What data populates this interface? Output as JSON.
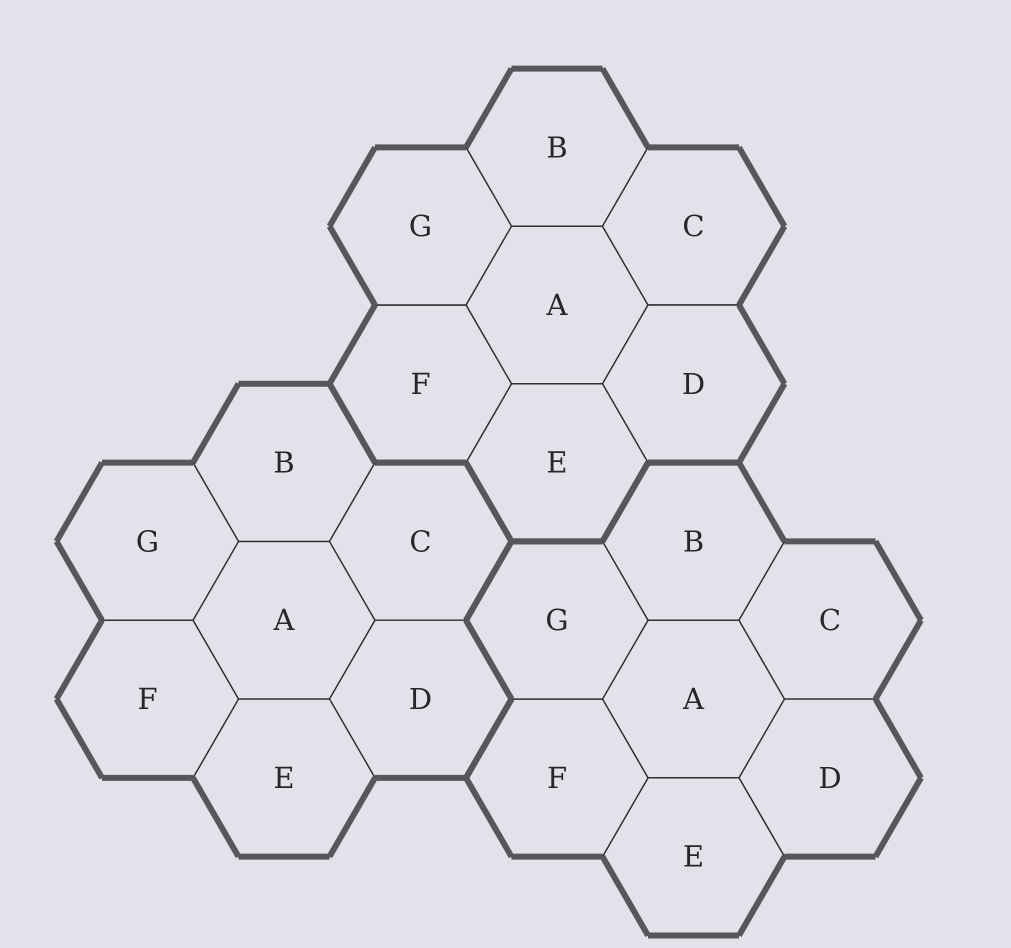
{
  "diagram": {
    "clusters": [
      {
        "name": "top",
        "cells": [
          {
            "label": "A",
            "hex": [
              0,
              0
            ]
          },
          {
            "label": "B",
            "hex": [
              0,
              -1
            ]
          },
          {
            "label": "C",
            "hex": [
              1,
              -1
            ]
          },
          {
            "label": "D",
            "hex": [
              1,
              0
            ]
          },
          {
            "label": "E",
            "hex": [
              0,
              1
            ]
          },
          {
            "label": "F",
            "hex": [
              -1,
              1
            ]
          },
          {
            "label": "G",
            "hex": [
              -1,
              0
            ]
          }
        ]
      },
      {
        "name": "left",
        "cells": [
          {
            "label": "A",
            "hex": [
              -2,
              3
            ]
          },
          {
            "label": "B",
            "hex": [
              -2,
              2
            ]
          },
          {
            "label": "C",
            "hex": [
              -1,
              2
            ]
          },
          {
            "label": "D",
            "hex": [
              -1,
              3
            ]
          },
          {
            "label": "E",
            "hex": [
              -2,
              4
            ]
          },
          {
            "label": "F",
            "hex": [
              -3,
              4
            ]
          },
          {
            "label": "G",
            "hex": [
              -3,
              3
            ]
          }
        ]
      },
      {
        "name": "bottom-right",
        "cells": [
          {
            "label": "A",
            "hex": [
              1,
              2
            ]
          },
          {
            "label": "B",
            "hex": [
              1,
              1
            ]
          },
          {
            "label": "C",
            "hex": [
              2,
              1
            ]
          },
          {
            "label": "D",
            "hex": [
              2,
              2
            ]
          },
          {
            "label": "E",
            "hex": [
              1,
              3
            ]
          },
          {
            "label": "F",
            "hex": [
              0,
              3
            ]
          },
          {
            "label": "G",
            "hex": [
              0,
              2
            ]
          }
        ]
      }
    ],
    "colors": {
      "background": "#e4e1ea",
      "cell_line": "#2e2e31",
      "cluster_outline": "#57565c",
      "label": "#27272a"
    }
  }
}
